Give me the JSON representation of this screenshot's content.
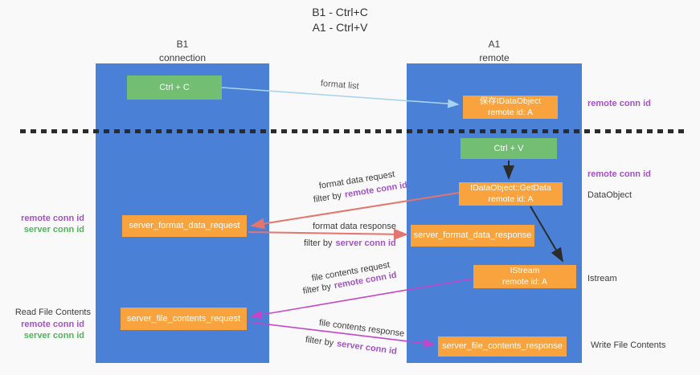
{
  "title": {
    "line1": "B1 - Ctrl+C",
    "line2": "A1 - Ctrl+V"
  },
  "lanes": {
    "left": {
      "name": "B1",
      "subtitle": "connection"
    },
    "right": {
      "name": "A1",
      "subtitle": "remote"
    }
  },
  "boxes": {
    "ctrl_c": "Ctrl + C",
    "ctrl_v": "Ctrl + V",
    "save_idataobject": {
      "line1": "保存IDataObject",
      "line2": "remote id: A"
    },
    "getdata": {
      "line1": "IDataObject::GetData",
      "line2": "remote id: A"
    },
    "istream": {
      "line1": "IStream",
      "line2": "remote id: A"
    },
    "server_format_data_request": "server_format_data_request",
    "server_format_data_response": "server_format_data_response",
    "server_file_contents_request": "server_file_contents_request",
    "server_file_contents_response": "server_file_contents_response"
  },
  "arrow_labels": {
    "format_list": "format list",
    "format_data_request": "format data request",
    "format_data_response": "format data response",
    "file_contents_request": "file contents request",
    "file_contents_response": "file contents response",
    "filter_by": "filter by",
    "remote_conn_id": "remote conn id",
    "server_conn_id": "server conn id"
  },
  "side_labels": {
    "remote_conn_id": "remote conn id",
    "server_conn_id": "server conn id",
    "read_file_contents": "Read File Contents",
    "write_file_contents": "Write File Contents",
    "dataobject": "DataObject",
    "istream": "Istream"
  },
  "colors": {
    "lane_blue": "#4a80d6",
    "box_green": "#72be73",
    "box_orange": "#f8a33d",
    "arrow_lightblue": "#a8d3ee",
    "arrow_black": "#2b2b2b",
    "arrow_salmon": "#e3746e",
    "arrow_magenta": "#c644c8",
    "text_purple": "#a452c6",
    "text_green": "#50b55c",
    "dashed_line": "#2b2b2b"
  }
}
